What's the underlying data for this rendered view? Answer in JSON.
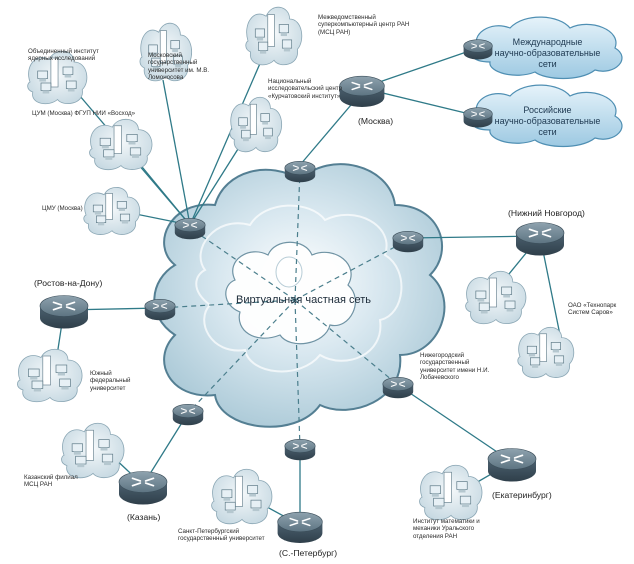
{
  "center_label": "Виртуальная частная сеть",
  "external_networks": [
    {
      "id": "intl",
      "label": "Международные\nнаучно-образовательные сети"
    },
    {
      "id": "rus",
      "label": "Российские\nнаучно-образовательные сети"
    }
  ],
  "cities": {
    "moscow": "(Москва)",
    "nizhny": "(Нижний Новгород)",
    "rostov": "(Ростов-на-Дону)",
    "kazan": "(Казань)",
    "spb": "(С.-Петербург)",
    "ekb": "(Екатеринбург)"
  },
  "organizations": [
    {
      "id": "oiyai",
      "label": "Объединенный институт\nядерных исследований"
    },
    {
      "id": "msu",
      "label": "Московский\nгосударственный\nуниверситет им. М.В.\nЛомоносова"
    },
    {
      "id": "mscc",
      "label": "Межведомственный\nсуперкомпьютерный центр РАН\n(МСЦ РАН)"
    },
    {
      "id": "kurchatov",
      "label": "Национальный\nисследовательский центр\n«Курчатовский институт»"
    },
    {
      "id": "voskhod",
      "label": "ЦУМ (Москва) ФГУП НИИ «Восход»"
    },
    {
      "id": "tsmu",
      "label": "ЦМУ (Москва)"
    },
    {
      "id": "sfu",
      "label": "Южный\nфедеральный\nуниверситет"
    },
    {
      "id": "kazan_branch",
      "label": "Казанский филиал\nМСЦ РАН"
    },
    {
      "id": "spbu",
      "label": "Санкт-Петербургский\nгосударственный университет"
    },
    {
      "id": "imm",
      "label": "Институт математики и\nмеханики Уральского\nотделения РАН"
    },
    {
      "id": "nnsu",
      "label": "Нижегородский\nгосударственный\nуниверситет имени Н.И.\nЛобачевского"
    },
    {
      "id": "sarov",
      "label": "ОАО «Технопарк\nСистем Саров»"
    }
  ]
}
